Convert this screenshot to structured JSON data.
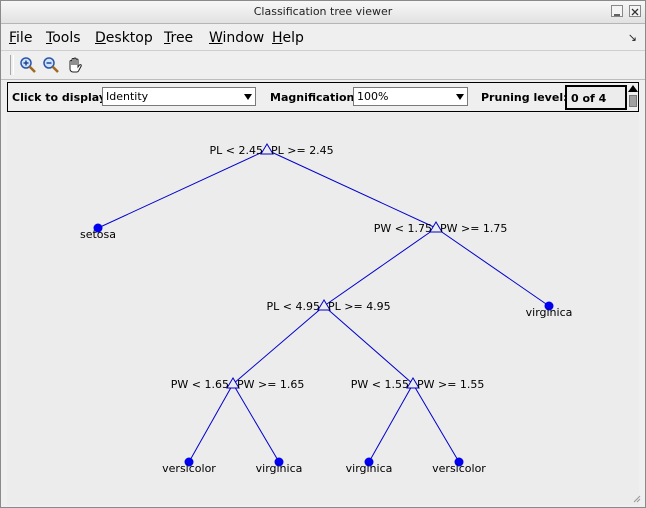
{
  "window": {
    "title": "Classification tree viewer"
  },
  "menubar": {
    "items": [
      {
        "mnemonic": "F",
        "rest": "ile"
      },
      {
        "mnemonic": "T",
        "rest": "ools"
      },
      {
        "mnemonic": "D",
        "rest": "esktop"
      },
      {
        "mnemonic": "T",
        "rest": "ree"
      },
      {
        "mnemonic": "W",
        "rest": "indow"
      },
      {
        "mnemonic": "H",
        "rest": "elp"
      }
    ],
    "dock_icon": "↘"
  },
  "toolbar": {
    "tools": [
      {
        "icon": "zoom-in-icon"
      },
      {
        "icon": "zoom-out-icon"
      },
      {
        "icon": "pan-hand-icon"
      }
    ]
  },
  "controls": {
    "display_label": "Click to display:",
    "display_value": "Identity",
    "magnification_label": "Magnification:",
    "magnification_value": "100%",
    "pruning_label": "Pruning level:",
    "pruning_value": "0 of 4"
  },
  "tree": {
    "colors": {
      "line": "#0000cc",
      "node": "#0000ee"
    },
    "nodes": [
      {
        "id": "n1",
        "type": "split",
        "left": "PL < 2.45",
        "right": "PL >= 2.45"
      },
      {
        "id": "n2",
        "type": "leaf",
        "label": "setosa"
      },
      {
        "id": "n3",
        "type": "split",
        "left": "PW < 1.75",
        "right": "PW >= 1.75"
      },
      {
        "id": "n4",
        "type": "split",
        "left": "PL < 4.95",
        "right": "PL >= 4.95"
      },
      {
        "id": "n5",
        "type": "leaf",
        "label": "virginica"
      },
      {
        "id": "n6",
        "type": "split",
        "left": "PW < 1.65",
        "right": "PW >= 1.65"
      },
      {
        "id": "n7",
        "type": "split",
        "left": "PW < 1.55",
        "right": "PW >= 1.55"
      },
      {
        "id": "n8",
        "type": "leaf",
        "label": "versicolor"
      },
      {
        "id": "n9",
        "type": "leaf",
        "label": "virginica"
      },
      {
        "id": "n10",
        "type": "leaf",
        "label": "virginica"
      },
      {
        "id": "n11",
        "type": "leaf",
        "label": "versicolor"
      }
    ]
  }
}
